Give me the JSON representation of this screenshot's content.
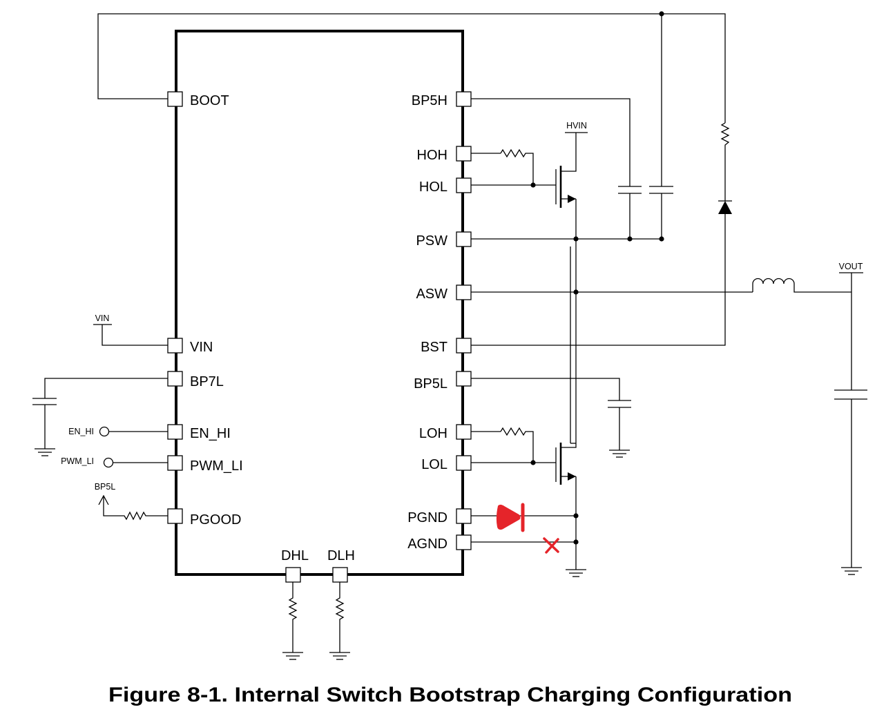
{
  "figure": {
    "caption": "Figure 8-1. Internal Switch Bootstrap Charging Configuration"
  },
  "ic": {
    "left_pins": [
      "BOOT",
      "VIN",
      "BP7L",
      "EN_HI",
      "PWM_LI",
      "PGOOD"
    ],
    "right_pins": [
      "BP5H",
      "HOH",
      "HOL",
      "PSW",
      "ASW",
      "BST",
      "BP5L",
      "LOH",
      "LOL",
      "PGND",
      "AGND"
    ],
    "bottom_pins": [
      "DHL",
      "DLH"
    ]
  },
  "net_labels": {
    "hvin": "HVIN",
    "vout": "VOUT",
    "vin": "VIN",
    "en_hi": "EN_HI",
    "pwm_li": "PWM_LI",
    "bp5l": "BP5L"
  },
  "colors": {
    "wire": "#000000",
    "markup": "#e5242a"
  }
}
